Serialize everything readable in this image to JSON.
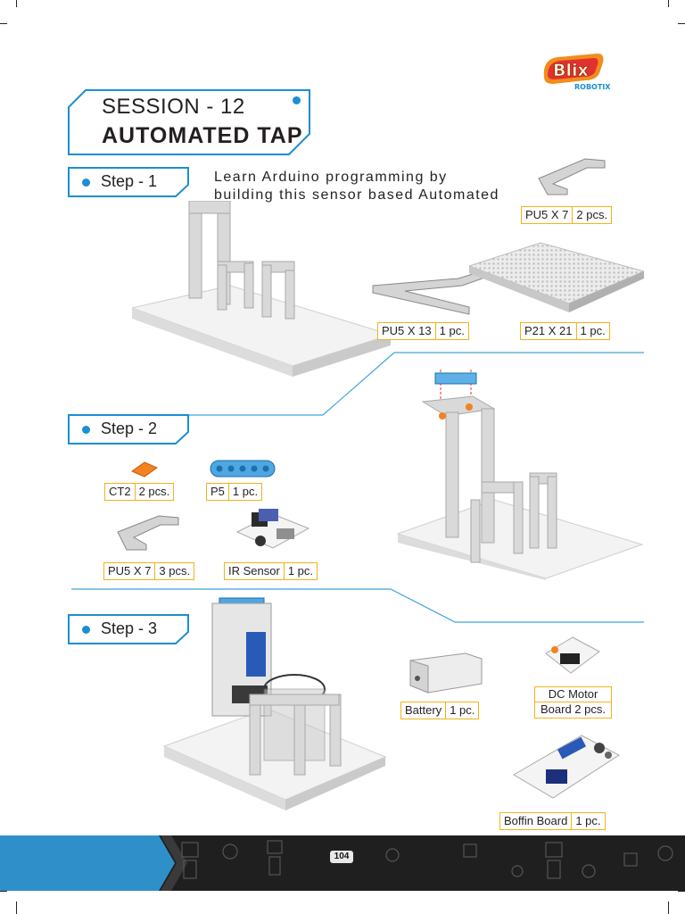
{
  "header": {
    "session_label": "SESSION - 12",
    "title": "AUTOMATED TAP",
    "logo_text": "Blix",
    "logo_subtext": "ROBOTIX"
  },
  "intro_text": {
    "line1": "Learn Arduino programming by",
    "line2": "building this sensor based Automated"
  },
  "steps": [
    {
      "label": "Step - 1"
    },
    {
      "label": "Step - 2"
    },
    {
      "label": "Step - 3"
    }
  ],
  "step1_parts": [
    {
      "name": "PU5 X 7",
      "qty": "2 pcs."
    },
    {
      "name": "PU5 X 13",
      "qty": "1 pc."
    },
    {
      "name": "P21 X 21",
      "qty": "1 pc."
    }
  ],
  "step2_parts": [
    {
      "name": "CT2",
      "qty": "2 pcs."
    },
    {
      "name": "P5",
      "qty": "1 pc."
    },
    {
      "name": "PU5 X 7",
      "qty": "3 pcs."
    },
    {
      "name": "IR Sensor",
      "qty": "1 pc."
    }
  ],
  "step3_parts": [
    {
      "name": "Battery",
      "qty": "1 pc."
    },
    {
      "name": "DC Motor",
      "qty": "Board 2 pcs."
    },
    {
      "name": "Boffin Board",
      "qty": "1 pc."
    }
  ],
  "footer": {
    "page_number": "104"
  },
  "colors": {
    "accent_blue": "#1a8fd2",
    "tag_border": "#f2b31a",
    "footer_bg": "#1f1f1f",
    "logo_orange": "#f28c1a",
    "logo_red": "#e0312f"
  }
}
